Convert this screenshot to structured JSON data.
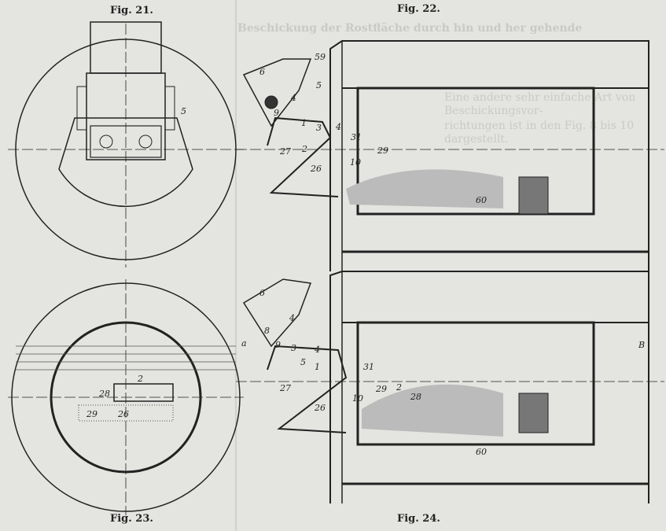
{
  "figures": {
    "fig21": {
      "caption": "Fig. 21.",
      "labels": [
        "5"
      ]
    },
    "fig22": {
      "caption": "Fig. 22.",
      "labels": [
        "6",
        "4",
        "59",
        "5",
        "9",
        "1",
        "3",
        "4",
        "27",
        "2",
        "31",
        "29",
        "10",
        "26",
        "60"
      ]
    },
    "fig23": {
      "caption": "Fig. 23.",
      "labels": [
        "28",
        "2",
        "29",
        "26"
      ]
    },
    "fig24": {
      "caption": "Fig. 24.",
      "labels": [
        "6",
        "4",
        "8",
        "9",
        "3",
        "5",
        "4",
        "1",
        "31",
        "27",
        "26",
        "10",
        "29",
        "2",
        "28",
        "60",
        "a",
        "B"
      ]
    }
  },
  "bleed_through": {
    "heading": "Beschickung der Rostfläche durch hin und her gehende",
    "line1": "Eine andere sehr einfache Art von Beschickungsvor-",
    "line2": "richtungen ist in den Fig. 8 bis 10 dargestellt."
  },
  "colors": {
    "paper": "#e4e4e1",
    "ink": "#222222"
  }
}
